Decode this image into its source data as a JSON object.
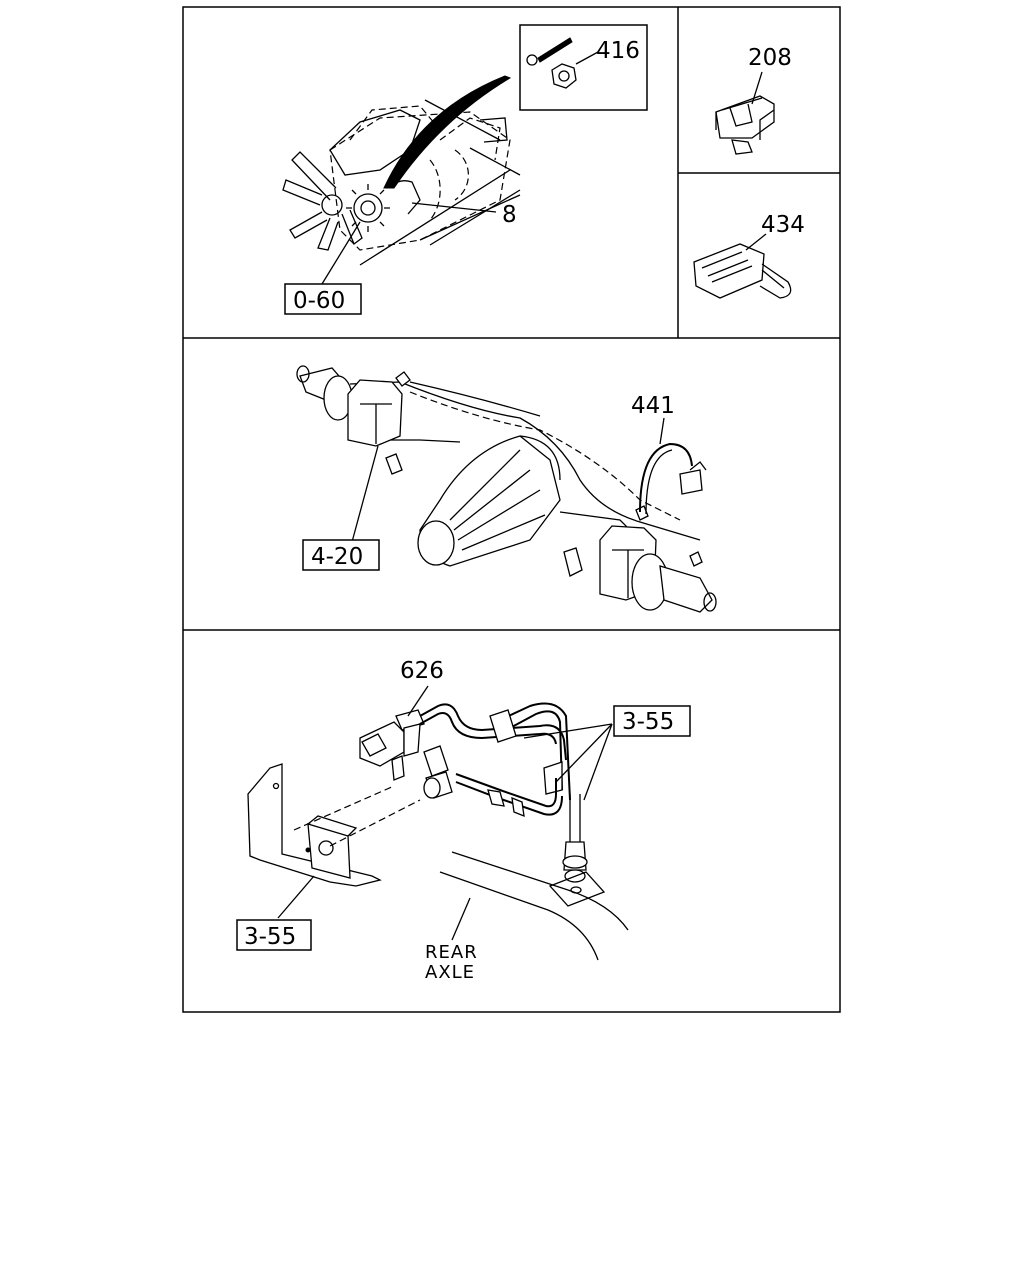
{
  "callouts": {
    "part_416": "416",
    "part_208": "208",
    "part_8": "8",
    "ref_0_60": "0-60",
    "part_434": "434",
    "part_441": "441",
    "ref_4_20": "4-20",
    "part_626": "626",
    "ref_3_55_upper": "3-55",
    "ref_3_55_lower": "3-55"
  },
  "labels": {
    "rear": "REAR",
    "axle": "AXLE"
  }
}
